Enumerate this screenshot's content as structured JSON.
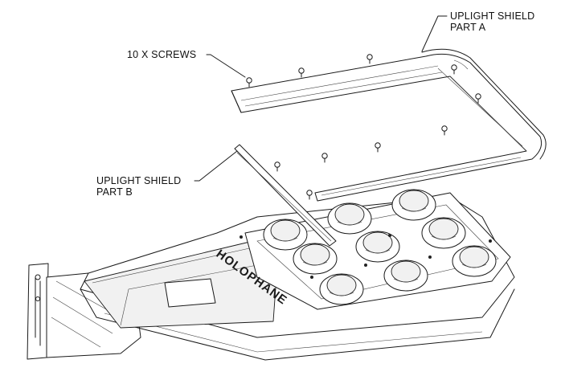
{
  "callouts": {
    "part_a_line1": "UPLIGHT SHIELD",
    "part_a_line2": "PART A",
    "screws": "10 X SCREWS",
    "part_b_line1": "UPLIGHT SHIELD",
    "part_b_line2": "PART B"
  },
  "housing": {
    "brand": "HOLOPHANE"
  },
  "counts": {
    "screws": 10,
    "led_optics": 9
  }
}
